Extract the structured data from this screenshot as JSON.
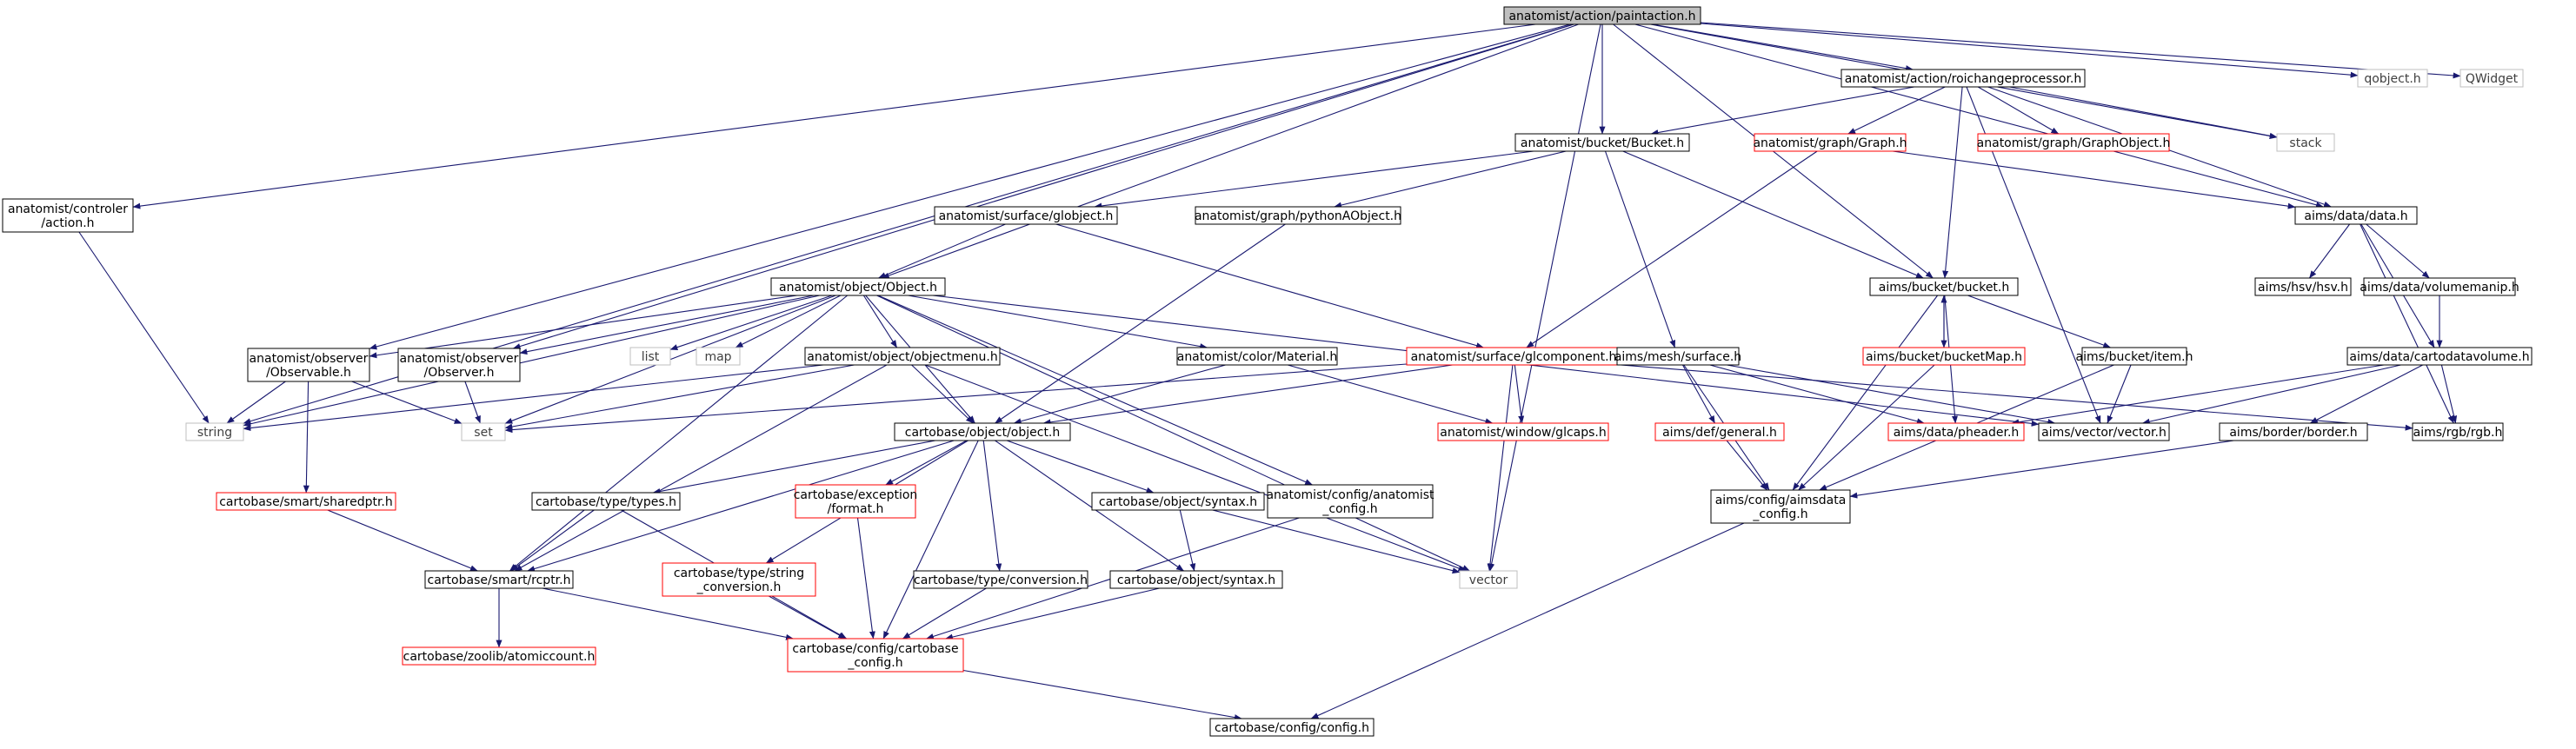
{
  "graph": {
    "nodes": [
      {
        "id": "root",
        "lines": [
          "anatomist/action/paintaction.h"
        ],
        "style": "root"
      },
      {
        "id": "controler_action",
        "lines": [
          "anatomist/controler",
          "/action.h"
        ],
        "style": "normal"
      },
      {
        "id": "roichangeprocessor",
        "lines": [
          "anatomist/action/roichangeprocessor.h"
        ],
        "style": "normal"
      },
      {
        "id": "qobject",
        "lines": [
          "qobject.h"
        ],
        "style": "gray"
      },
      {
        "id": "qwidget",
        "lines": [
          "QWidget"
        ],
        "style": "gray"
      },
      {
        "id": "stack",
        "lines": [
          "stack"
        ],
        "style": "gray"
      },
      {
        "id": "bucket_h",
        "lines": [
          "anatomist/bucket/Bucket.h"
        ],
        "style": "normal"
      },
      {
        "id": "graph_h",
        "lines": [
          "anatomist/graph/Graph.h"
        ],
        "style": "red"
      },
      {
        "id": "graphobject",
        "lines": [
          "anatomist/graph/GraphObject.h"
        ],
        "style": "red"
      },
      {
        "id": "globject",
        "lines": [
          "anatomist/surface/globject.h"
        ],
        "style": "normal"
      },
      {
        "id": "pythonaobject",
        "lines": [
          "anatomist/graph/pythonAObject.h"
        ],
        "style": "normal"
      },
      {
        "id": "aims_data",
        "lines": [
          "aims/data/data.h"
        ],
        "style": "normal"
      },
      {
        "id": "object_h",
        "lines": [
          "anatomist/object/Object.h"
        ],
        "style": "normal"
      },
      {
        "id": "aims_bucket",
        "lines": [
          "aims/bucket/bucket.h"
        ],
        "style": "normal"
      },
      {
        "id": "hsv",
        "lines": [
          "aims/hsv/hsv.h"
        ],
        "style": "normal"
      },
      {
        "id": "volumemanip",
        "lines": [
          "aims/data/volumemanip.h"
        ],
        "style": "normal"
      },
      {
        "id": "observable",
        "lines": [
          "anatomist/observer",
          "/Observable.h"
        ],
        "style": "normal"
      },
      {
        "id": "observer",
        "lines": [
          "anatomist/observer",
          "/Observer.h"
        ],
        "style": "normal"
      },
      {
        "id": "list",
        "lines": [
          "list"
        ],
        "style": "gray"
      },
      {
        "id": "map",
        "lines": [
          "map"
        ],
        "style": "gray"
      },
      {
        "id": "objectmenu",
        "lines": [
          "anatomist/object/objectmenu.h"
        ],
        "style": "normal"
      },
      {
        "id": "material",
        "lines": [
          "anatomist/color/Material.h"
        ],
        "style": "normal"
      },
      {
        "id": "glcomponent",
        "lines": [
          "anatomist/surface/glcomponent.h"
        ],
        "style": "red"
      },
      {
        "id": "mesh_surface",
        "lines": [
          "aims/mesh/surface.h"
        ],
        "style": "normal"
      },
      {
        "id": "bucketmap",
        "lines": [
          "aims/bucket/bucketMap.h"
        ],
        "style": "red"
      },
      {
        "id": "item",
        "lines": [
          "aims/bucket/item.h"
        ],
        "style": "normal"
      },
      {
        "id": "cartodatavolume",
        "lines": [
          "aims/data/cartodatavolume.h"
        ],
        "style": "normal"
      },
      {
        "id": "string",
        "lines": [
          "string"
        ],
        "style": "gray"
      },
      {
        "id": "set",
        "lines": [
          "set"
        ],
        "style": "gray"
      },
      {
        "id": "carto_object",
        "lines": [
          "cartobase/object/object.h"
        ],
        "style": "normal"
      },
      {
        "id": "glcaps",
        "lines": [
          "anatomist/window/glcaps.h"
        ],
        "style": "red"
      },
      {
        "id": "def_general",
        "lines": [
          "aims/def/general.h"
        ],
        "style": "red"
      },
      {
        "id": "pheader",
        "lines": [
          "aims/data/pheader.h"
        ],
        "style": "red"
      },
      {
        "id": "vector_h",
        "lines": [
          "aims/vector/vector.h"
        ],
        "style": "normal"
      },
      {
        "id": "border",
        "lines": [
          "aims/border/border.h"
        ],
        "style": "normal"
      },
      {
        "id": "rgb",
        "lines": [
          "aims/rgb/rgb.h"
        ],
        "style": "normal"
      },
      {
        "id": "sharedptr",
        "lines": [
          "cartobase/smart/sharedptr.h"
        ],
        "style": "red"
      },
      {
        "id": "types",
        "lines": [
          "cartobase/type/types.h"
        ],
        "style": "normal"
      },
      {
        "id": "exception_format",
        "lines": [
          "cartobase/exception",
          "/format.h"
        ],
        "style": "red"
      },
      {
        "id": "obj_syntax_h",
        "lines": [
          "cartobase/object/syntax.h"
        ],
        "style": "normal"
      },
      {
        "id": "anat_config",
        "lines": [
          "anatomist/config/anatomist",
          "_config.h"
        ],
        "style": "normal"
      },
      {
        "id": "aimsdata_config",
        "lines": [
          "aims/config/aimsdata",
          "_config.h"
        ],
        "style": "normal"
      },
      {
        "id": "vector",
        "lines": [
          "vector"
        ],
        "style": "gray"
      },
      {
        "id": "rcptr",
        "lines": [
          "cartobase/smart/rcptr.h"
        ],
        "style": "normal"
      },
      {
        "id": "string_conversion",
        "lines": [
          "cartobase/type/string",
          "_conversion.h"
        ],
        "style": "red"
      },
      {
        "id": "type_conversion",
        "lines": [
          "cartobase/type/conversion.h"
        ],
        "style": "normal"
      },
      {
        "id": "obj_syntax_lower",
        "lines": [
          "cartobase/object/syntax.h"
        ],
        "style": "normal"
      },
      {
        "id": "atomiccount",
        "lines": [
          "cartobase/zoolib/atomiccount.h"
        ],
        "style": "red"
      },
      {
        "id": "cartobase_config",
        "lines": [
          "cartobase/config/cartobase",
          "_config.h"
        ],
        "style": "red"
      },
      {
        "id": "config_h",
        "lines": [
          "cartobase/config/config.h"
        ],
        "style": "normal"
      }
    ],
    "edges": [
      [
        "root",
        "controler_action"
      ],
      [
        "root",
        "string"
      ],
      [
        "root",
        "observable"
      ],
      [
        "root",
        "observer"
      ],
      [
        "root",
        "object_h"
      ],
      [
        "root",
        "vector"
      ],
      [
        "root",
        "bucket_h"
      ],
      [
        "root",
        "aims_bucket"
      ],
      [
        "root",
        "roichangeprocessor"
      ],
      [
        "root",
        "stack"
      ],
      [
        "root",
        "aims_data"
      ],
      [
        "root",
        "qobject"
      ],
      [
        "root",
        "qwidget"
      ],
      [
        "controler_action",
        "string"
      ],
      [
        "roichangeprocessor",
        "bucket_h"
      ],
      [
        "roichangeprocessor",
        "graph_h"
      ],
      [
        "roichangeprocessor",
        "graphobject"
      ],
      [
        "roichangeprocessor",
        "stack"
      ],
      [
        "roichangeprocessor",
        "aims_data"
      ],
      [
        "roichangeprocessor",
        "aims_bucket"
      ],
      [
        "roichangeprocessor",
        "vector_h"
      ],
      [
        "bucket_h",
        "globject"
      ],
      [
        "bucket_h",
        "pythonaobject"
      ],
      [
        "bucket_h",
        "aims_bucket"
      ],
      [
        "bucket_h",
        "mesh_surface"
      ],
      [
        "graph_h",
        "aims_data"
      ],
      [
        "graph_h",
        "glcomponent"
      ],
      [
        "globject",
        "object_h"
      ],
      [
        "globject",
        "glcomponent"
      ],
      [
        "pythonaobject",
        "carto_object"
      ],
      [
        "aims_data",
        "hsv"
      ],
      [
        "aims_data",
        "volumemanip"
      ],
      [
        "aims_data",
        "cartodatavolume"
      ],
      [
        "aims_data",
        "rgb"
      ],
      [
        "object_h",
        "string"
      ],
      [
        "object_h",
        "observable"
      ],
      [
        "object_h",
        "observer"
      ],
      [
        "object_h",
        "set"
      ],
      [
        "object_h",
        "list"
      ],
      [
        "object_h",
        "map"
      ],
      [
        "object_h",
        "objectmenu"
      ],
      [
        "object_h",
        "material"
      ],
      [
        "object_h",
        "carto_object"
      ],
      [
        "object_h",
        "anat_config"
      ],
      [
        "object_h",
        "vector"
      ],
      [
        "object_h",
        "vector_h"
      ],
      [
        "object_h",
        "rcptr"
      ],
      [
        "aims_bucket",
        "bucketmap"
      ],
      [
        "aims_bucket",
        "item"
      ],
      [
        "aims_bucket",
        "pheader"
      ],
      [
        "aims_bucket",
        "aimsdata_config"
      ],
      [
        "bucketmap",
        "aims_bucket"
      ],
      [
        "bucketmap",
        "aimsdata_config"
      ],
      [
        "item",
        "vector_h"
      ],
      [
        "item",
        "aimsdata_config"
      ],
      [
        "volumemanip",
        "cartodatavolume"
      ],
      [
        "cartodatavolume",
        "pheader"
      ],
      [
        "cartodatavolume",
        "vector_h"
      ],
      [
        "cartodatavolume",
        "border"
      ],
      [
        "cartodatavolume",
        "rgb"
      ],
      [
        "border",
        "aimsdata_config"
      ],
      [
        "observable",
        "string"
      ],
      [
        "observable",
        "set"
      ],
      [
        "observable",
        "sharedptr"
      ],
      [
        "observer",
        "set"
      ],
      [
        "objectmenu",
        "string"
      ],
      [
        "objectmenu",
        "set"
      ],
      [
        "objectmenu",
        "carto_object"
      ],
      [
        "objectmenu",
        "vector"
      ],
      [
        "objectmenu",
        "rcptr"
      ],
      [
        "material",
        "carto_object"
      ],
      [
        "material",
        "glcaps"
      ],
      [
        "glcomponent",
        "set"
      ],
      [
        "glcomponent",
        "carto_object"
      ],
      [
        "glcomponent",
        "glcaps"
      ],
      [
        "glcomponent",
        "vector"
      ],
      [
        "glcomponent",
        "rgb"
      ],
      [
        "mesh_surface",
        "def_general"
      ],
      [
        "mesh_surface",
        "pheader"
      ],
      [
        "mesh_surface",
        "vector_h"
      ],
      [
        "mesh_surface",
        "aimsdata_config"
      ],
      [
        "def_general",
        "aimsdata_config"
      ],
      [
        "aimsdata_config",
        "config_h"
      ],
      [
        "carto_object",
        "rcptr"
      ],
      [
        "carto_object",
        "types"
      ],
      [
        "carto_object",
        "exception_format"
      ],
      [
        "carto_object",
        "string_conversion"
      ],
      [
        "carto_object",
        "type_conversion"
      ],
      [
        "carto_object",
        "obj_syntax_h"
      ],
      [
        "carto_object",
        "obj_syntax_lower"
      ],
      [
        "carto_object",
        "cartobase_config"
      ],
      [
        "sharedptr",
        "rcptr"
      ],
      [
        "types",
        "rcptr"
      ],
      [
        "types",
        "cartobase_config"
      ],
      [
        "exception_format",
        "cartobase_config"
      ],
      [
        "obj_syntax_h",
        "obj_syntax_lower"
      ],
      [
        "obj_syntax_h",
        "vector"
      ],
      [
        "anat_config",
        "cartobase_config"
      ],
      [
        "rcptr",
        "atomiccount"
      ],
      [
        "rcptr",
        "cartobase_config"
      ],
      [
        "string_conversion",
        "cartobase_config"
      ],
      [
        "type_conversion",
        "cartobase_config"
      ],
      [
        "obj_syntax_lower",
        "cartobase_config"
      ],
      [
        "cartobase_config",
        "config_h"
      ]
    ]
  },
  "colors": {
    "edge": "#191970",
    "box_border": "#000000",
    "gray_border": "#bfbfbf",
    "gray_text": "#404040",
    "red_border": "#ff0000",
    "root_fill": "#bfbfbf",
    "node_fill": "#ffffff"
  }
}
